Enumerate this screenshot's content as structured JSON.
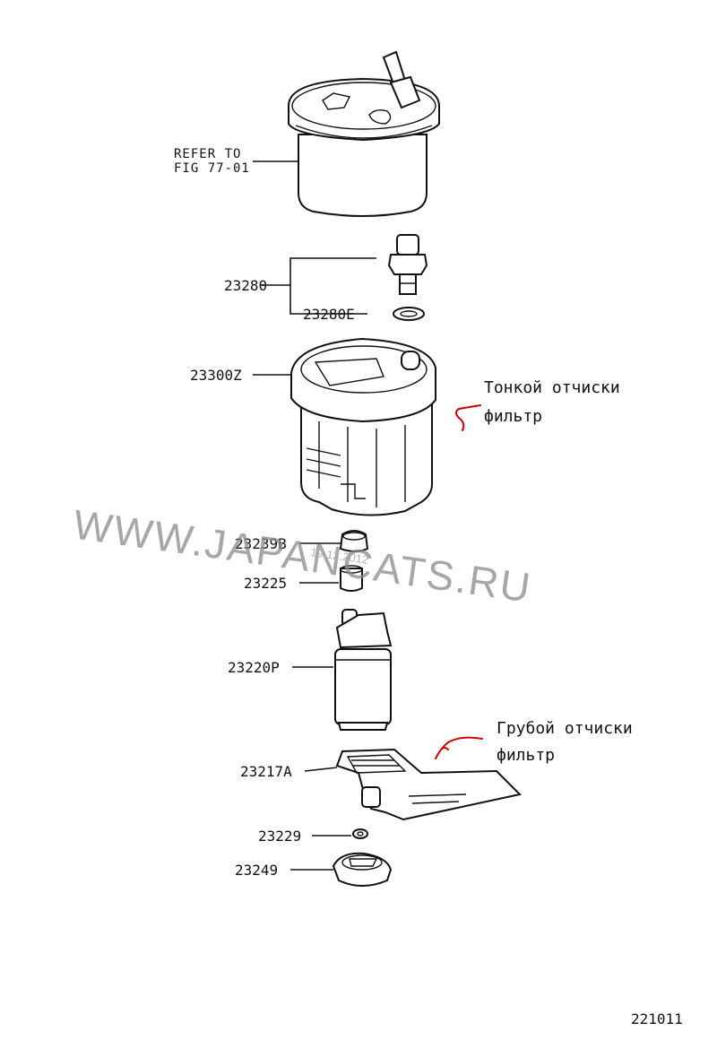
{
  "refer_note": [
    "REFER TO",
    "FIG 77-01"
  ],
  "part_numbers": {
    "p23280": "23280",
    "p23280E": "23280E",
    "p23300Z": "23300Z",
    "p23239B": "23239B",
    "p23225": "23225",
    "p23220P": "23220P",
    "p23217A": "23217A",
    "p23229": "23229",
    "p23249": "23249"
  },
  "annotations": {
    "fine_filter": [
      "Тонкой отчиски",
      "фильтр"
    ],
    "coarse_filter": [
      "Грубой отчиски",
      "фильтр"
    ]
  },
  "watermark": {
    "text": "WWW.JAPANCATS.RU",
    "date": "19.12.2012"
  },
  "diagram_code": "221011",
  "colors": {
    "annotation_arrow": "#d10000",
    "watermark": "#8a8a8a"
  }
}
